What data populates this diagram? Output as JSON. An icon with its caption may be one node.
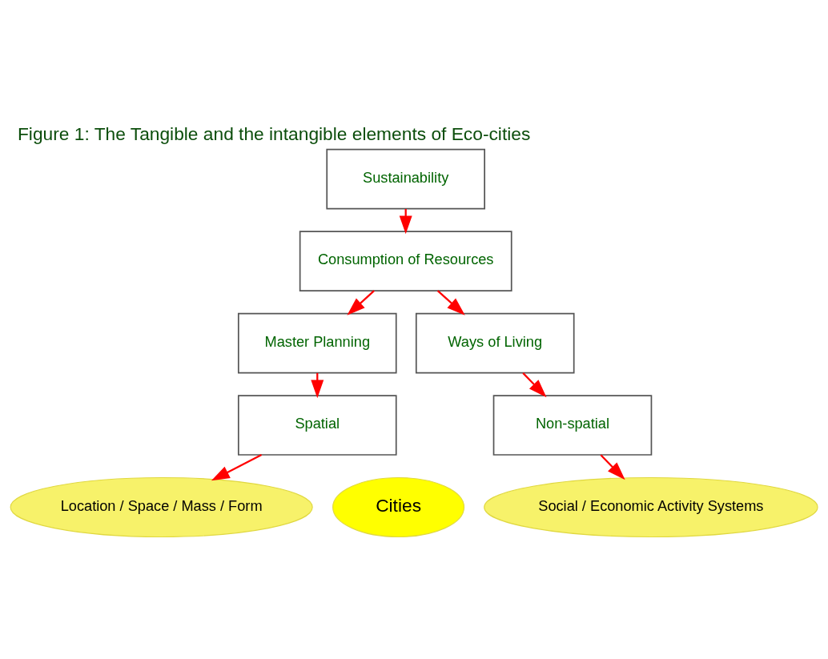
{
  "diagram": {
    "title": "Figure 1: The Tangible and the intangible elements of Eco-cities",
    "nodes": [
      {
        "text": [
          "Sustainability"
        ]
      },
      {
        "text": [
          "Consumption of Resources"
        ]
      },
      {
        "text": [
          "Master Planning"
        ]
      },
      {
        "text": [
          "Ways of Living"
        ]
      },
      {
        "text": [
          "Spatial"
        ]
      },
      {
        "text": [
          "Non-spatial"
        ]
      },
      {
        "text": [
          "Location / Space / Mass / Form"
        ]
      },
      {
        "text": [
          "Cities"
        ]
      },
      {
        "text": [
          "Social / Economic Activity Systems"
        ]
      }
    ],
    "edges": [
      {
        "from": 0,
        "to": 1,
        "arrow": "to"
      },
      {
        "from": 1,
        "to": 2,
        "arrow": "to"
      },
      {
        "from": 1,
        "to": 3,
        "arrow": "to"
      },
      {
        "from": 2,
        "to": 4,
        "arrow": "to"
      },
      {
        "from": 3,
        "to": 5,
        "arrow": "to"
      },
      {
        "from": 4,
        "to": 6,
        "arrow": "to"
      },
      {
        "from": 5,
        "to": 8,
        "arrow": "to"
      }
    ]
  }
}
